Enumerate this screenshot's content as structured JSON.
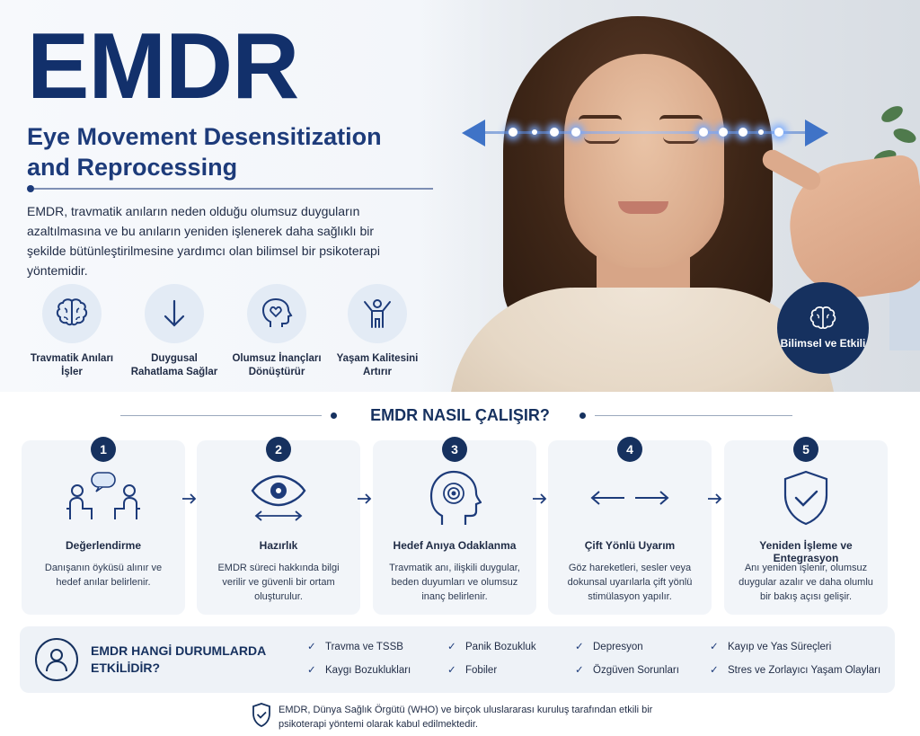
{
  "hero": {
    "title": "EMDR",
    "subtitle": "Eye Movement Desensitization and Reprocessing",
    "description": "EMDR, travmatik anıların neden olduğu olumsuz duyguların azaltılmasına ve bu anıların yeniden işlenerek daha sağlıklı bir şekilde bütünleştirilmesine yardımcı olan bilimsel bir psikoterapi yöntemidir.",
    "features": [
      {
        "label": "Travmatik Anıları İşler",
        "icon": "brain-icon"
      },
      {
        "label": "Duygusal Rahatlama Sağlar",
        "icon": "arrow-down-icon"
      },
      {
        "label": "Olumsuz İnançları Dönüştürür",
        "icon": "head-heart-icon"
      },
      {
        "label": "Yaşam Kalitesini Artırır",
        "icon": "person-raised-arms-icon"
      }
    ],
    "badge": "Bilimsel ve Etkili"
  },
  "how": {
    "title": "EMDR NASIL ÇALIŞIR?",
    "steps": [
      {
        "num": "1",
        "name": "Değerlendirme",
        "text": "Danışanın öyküsü alınır ve hedef anılar belirlenir.",
        "icon": "conversation-icon"
      },
      {
        "num": "2",
        "name": "Hazırlık",
        "text": "EMDR süreci hakkında bilgi verilir ve güvenli bir ortam oluşturulur.",
        "icon": "eye-icon"
      },
      {
        "num": "3",
        "name": "Hedef Anıya Odaklanma",
        "text": "Travmatik anı, ilişkili duygular, beden duyumları ve olumsuz inanç belirlenir.",
        "icon": "head-target-icon"
      },
      {
        "num": "4",
        "name": "Çift Yönlü Uyarım",
        "text": "Göz hareketleri, sesler veya dokunsal uyarılarla çift yönlü stimülasyon yapılır.",
        "icon": "bidirectional-arrows-icon"
      },
      {
        "num": "5",
        "name": "Yeniden İşleme ve Entegrasyon",
        "text": "Anı yeniden işlenir, olumsuz duygular azalır ve daha olumlu bir bakış açısı gelişir.",
        "icon": "shield-check-icon"
      }
    ]
  },
  "effective": {
    "title": "EMDR HANGİ DURUMLARDA ETKİLİDİR?",
    "conditions": [
      "Travma ve TSSB",
      "Panik Bozukluk",
      "Depresyon",
      "Kayıp ve Yas Süreçleri",
      "Kaygı Bozuklukları",
      "Fobiler",
      "Özgüven Sorunları",
      "Stres ve Zorlayıcı Yaşam Olayları"
    ]
  },
  "footer": {
    "text": "EMDR, Dünya Sağlık Örgütü (WHO) ve birçok uluslararası kuruluş tarafından etkili bir psikoterapi yöntemi olarak kabul edilmektedir."
  },
  "colors": {
    "navy": "#16315f",
    "accent": "#3f73c7",
    "card": "#f2f5f9"
  }
}
